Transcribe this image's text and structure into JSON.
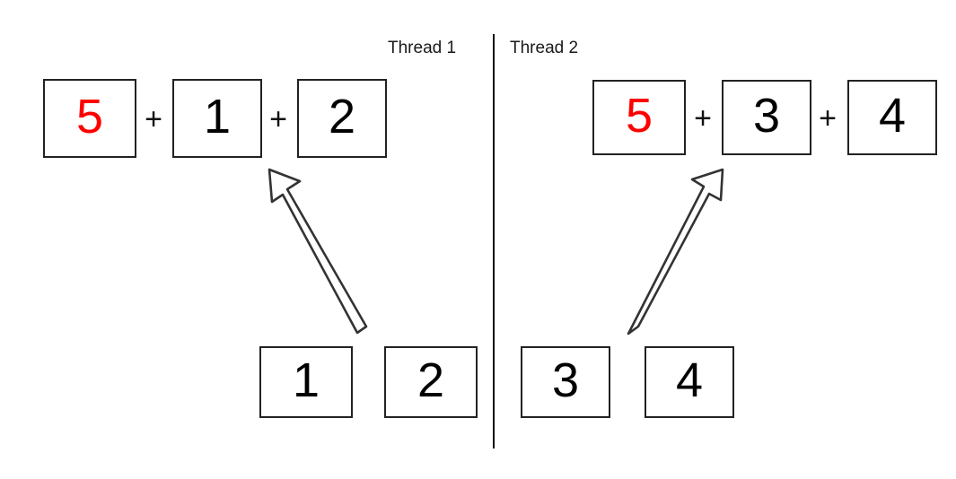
{
  "figure": {
    "type": "diagram",
    "title_labels": {
      "thread_1": "Thread 1",
      "thread_2": "Thread 2"
    },
    "colors": {
      "accent_red": "#ff0000",
      "stroke_black": "#222222",
      "background": "#ffffff"
    },
    "operators": {
      "plus": "+"
    }
  },
  "thread_1": {
    "label": "Thread 1",
    "expression": {
      "terms": [
        {
          "value": "5",
          "color": "red"
        },
        {
          "value": "1",
          "color": "black"
        },
        {
          "value": "2",
          "color": "black"
        }
      ],
      "operator_1": "+",
      "operator_2": "+"
    },
    "source_boxes": [
      {
        "value": "1"
      },
      {
        "value": "2"
      }
    ],
    "arrow": {
      "name": "thread-1-arrow",
      "direction": "up-left",
      "from_box": "1",
      "to_term": "1"
    }
  },
  "thread_2": {
    "label": "Thread 2",
    "expression": {
      "terms": [
        {
          "value": "5",
          "color": "red"
        },
        {
          "value": "3",
          "color": "black"
        },
        {
          "value": "4",
          "color": "black"
        }
      ],
      "operator_1": "+",
      "operator_2": "+"
    },
    "source_boxes": [
      {
        "value": "3"
      },
      {
        "value": "4"
      }
    ],
    "arrow": {
      "name": "thread-2-arrow",
      "direction": "up-right",
      "from_box": "3",
      "to_term": "3"
    }
  }
}
